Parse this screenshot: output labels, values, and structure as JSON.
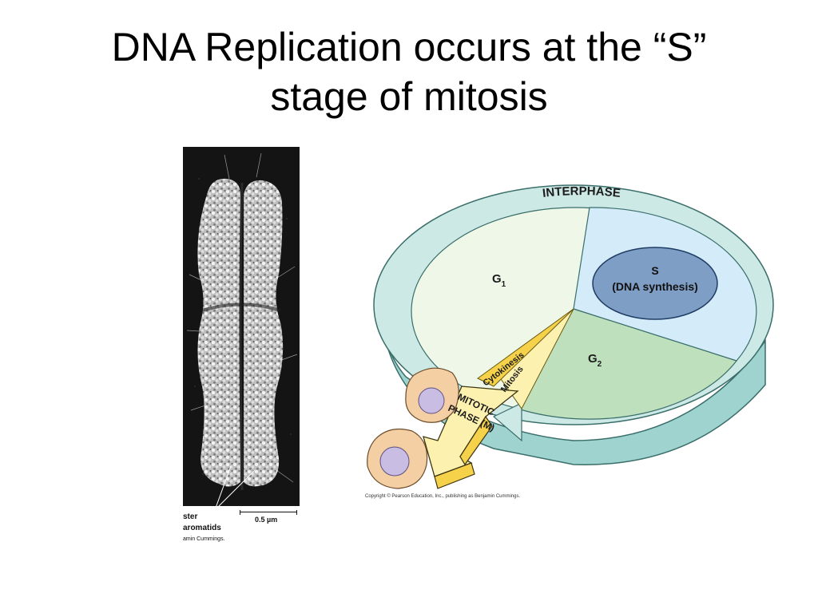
{
  "slide": {
    "title_line1": "DNA Replication occurs at the “S”",
    "title_line2": "stage of mitosis"
  },
  "micrograph": {
    "label_line1": "ster",
    "label_line2": "aromatids",
    "scale_label": "0.5 µm",
    "copyright": "amin Cummings."
  },
  "cell_cycle": {
    "ring_label": "INTERPHASE",
    "g1_label": "G",
    "g1_sub": "1",
    "s_label": "S",
    "s_desc": "(DNA synthesis)",
    "g2_label": "G",
    "g2_sub": "2",
    "cytokinesis_label": "Cytokinesis",
    "mitosis_label": "Mitosis",
    "mitotic_line1": "MITOTIC",
    "mitotic_line2": "PHASE (M)",
    "copyright": "Copyright © Pearson Education, Inc., publishing as Benjamin Cummings."
  },
  "colors": {
    "ring_fill": "#cde9e6",
    "ring_side": "#9fd3cf",
    "g1_fill": "#eef7e8",
    "s_fill": "#d4ebfa",
    "s_ellipse": "#7f9ec6",
    "g2_fill": "#bfe0bd",
    "arrow_fill": "#f6d24a",
    "arrow_light": "#fdf1b0",
    "cell_fill": "#f4cfa4",
    "nucleus_fill": "#c9bde3"
  }
}
